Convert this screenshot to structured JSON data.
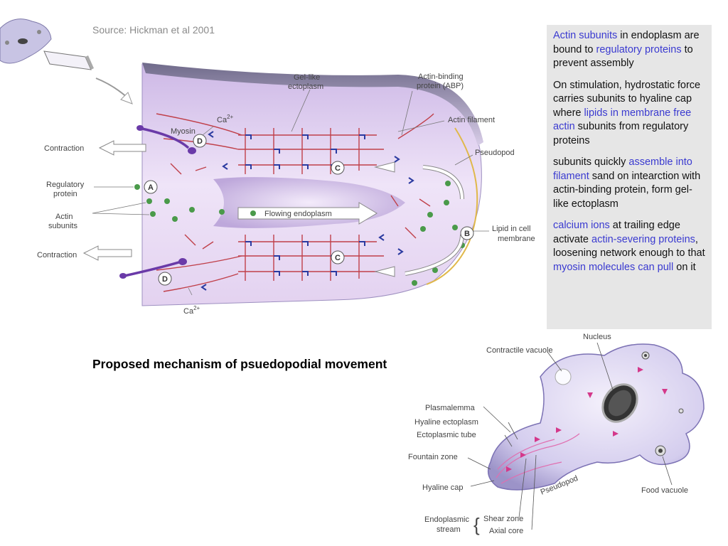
{
  "source": "Source: Hickman et al 2001",
  "caption": "Proposed mechanism of psuedopodial movement",
  "notes": {
    "p1": {
      "a": "Actin subunits",
      "b": " in endoplasm are bound to ",
      "c": "regulatory proteins",
      "d": " to prevent assembly"
    },
    "p2": {
      "a": "On stimulation, hydrostatic force carries subunits to hyaline cap where ",
      "b": "lipids in membrane free actin",
      "c": " subunits from regulatory proteins"
    },
    "p3": {
      "a": "subunits quickly ",
      "b": "assemble into filament",
      "c": " sand on intearction with actin-binding protein, form gel-like ectoplasm"
    },
    "p4": {
      "a": "calcium ions",
      "b": " at trailing edge activate ",
      "c": "actin-severing proteins",
      "d": ", loosening network enough to  that ",
      "e": "myosin molecules can pull",
      "f": " on it"
    }
  },
  "diagram1": {
    "gel_like_1": "Gel-like",
    "gel_like_2": "ectoplasm",
    "abp_1": "Actin-binding",
    "abp_2": "protein (ABP)",
    "ca_top": "Ca",
    "ca_sup": "2+",
    "myosin": "Myosin",
    "actin_filament": "Actin filament",
    "pseudopod": "Pseudopod",
    "contraction_top": "Contraction",
    "contraction_bottom": "Contraction",
    "regulatory_1": "Regulatory",
    "regulatory_2": "protein",
    "actin_1": "Actin",
    "actin_2": "subunits",
    "flowing": "Flowing endoplasm",
    "lipid_1": "Lipid in cell",
    "lipid_2": "membrane",
    "ca_bottom": "Ca",
    "ca_bottom_sup": "2+",
    "letter_a": "A",
    "letter_b": "B",
    "letter_c": "C",
    "letter_d": "D"
  },
  "diagram2": {
    "nucleus": "Nucleus",
    "contractile_vacuole": "Contractile vacuole",
    "plasmalemma": "Plasmalemma",
    "hyaline_ectoplasm": "Hyaline ectoplasm",
    "ectoplasmic_tube": "Ectoplasmic tube",
    "fountain_zone": "Fountain zone",
    "hyaline_cap": "Hyaline cap",
    "pseudopod": "Pseudopod",
    "food_vacuole": "Food vacuole",
    "endoplasmic_1": "Endoplasmic",
    "endoplasmic_2": "stream",
    "shear_zone": "Shear zone",
    "axial_core": "Axial core"
  },
  "colors": {
    "cell_fill": "#e6d7f2",
    "membrane": "#8c7fb0",
    "filament": "#c0404a",
    "abp": "#2a3aa0",
    "subunit": "#4a9a4a",
    "myosin": "#6a3aa8",
    "highlight": "#3a3ad0"
  }
}
